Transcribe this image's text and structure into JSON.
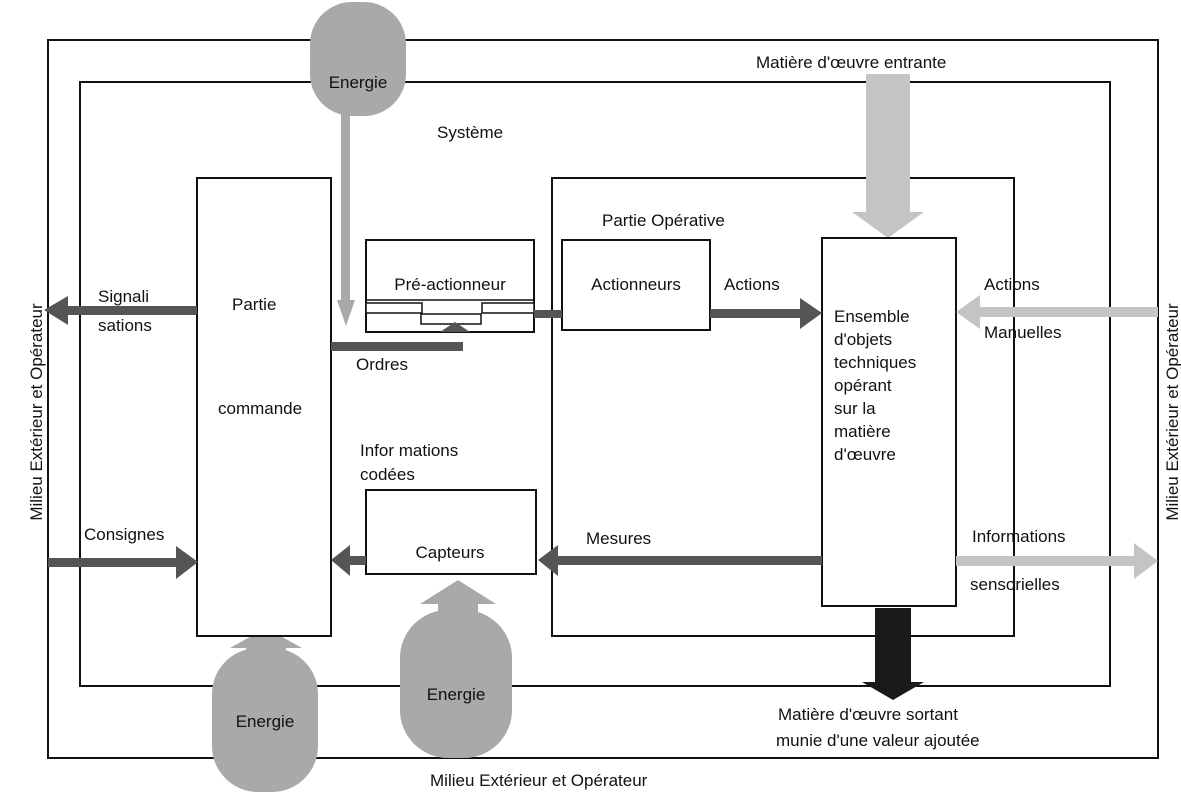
{
  "colors": {
    "line": "#111111",
    "arrow_dark": "#555555",
    "arrow_light": "#c4c4c4",
    "arrow_black": "#1a1a1a",
    "energy_fill": "#a9a9a9",
    "background": "#ffffff"
  },
  "labels": {
    "milieu_bottom": "Milieu Extérieur et Opérateur",
    "milieu_left": "Milieu Extérieur et Opérateur",
    "milieu_right": "Milieu Extérieur et Opérateur",
    "systeme": "Système",
    "matiere_entrante": "Matière d'œuvre entrante",
    "matiere_sortant_1": "Matière d'œuvre sortant",
    "matiere_sortant_2": "munie d'une valeur ajoutée",
    "partie_operative": "Partie Opérative",
    "partie_commande_1": "Partie",
    "partie_commande_2": "commande",
    "pre_actionneur": "Pré-actionneur",
    "actionneurs": "Actionneurs",
    "actions": "Actions",
    "capteurs": "Capteurs",
    "ordres": "Ordres",
    "informations_codees_1": "Infor mations",
    "informations_codees_2": "codées",
    "mesures": "Mesures",
    "signalisations_1": "Signali",
    "signalisations_2": "sations",
    "consignes": "Consignes",
    "actions_manuelles_1": "Actions",
    "actions_manuelles_2": "Manuelles",
    "informations_sensorielles_1": "Informations",
    "informations_sensorielles_2": "sensorielles",
    "energie_top": "Energie",
    "energie_bottom_left": "Energie",
    "energie_bottom_mid": "Energie",
    "ensemble_lines": [
      "Ensemble",
      "d'objets",
      "techniques",
      "opérant",
      "sur la",
      "matière",
      "d'œuvre"
    ]
  }
}
